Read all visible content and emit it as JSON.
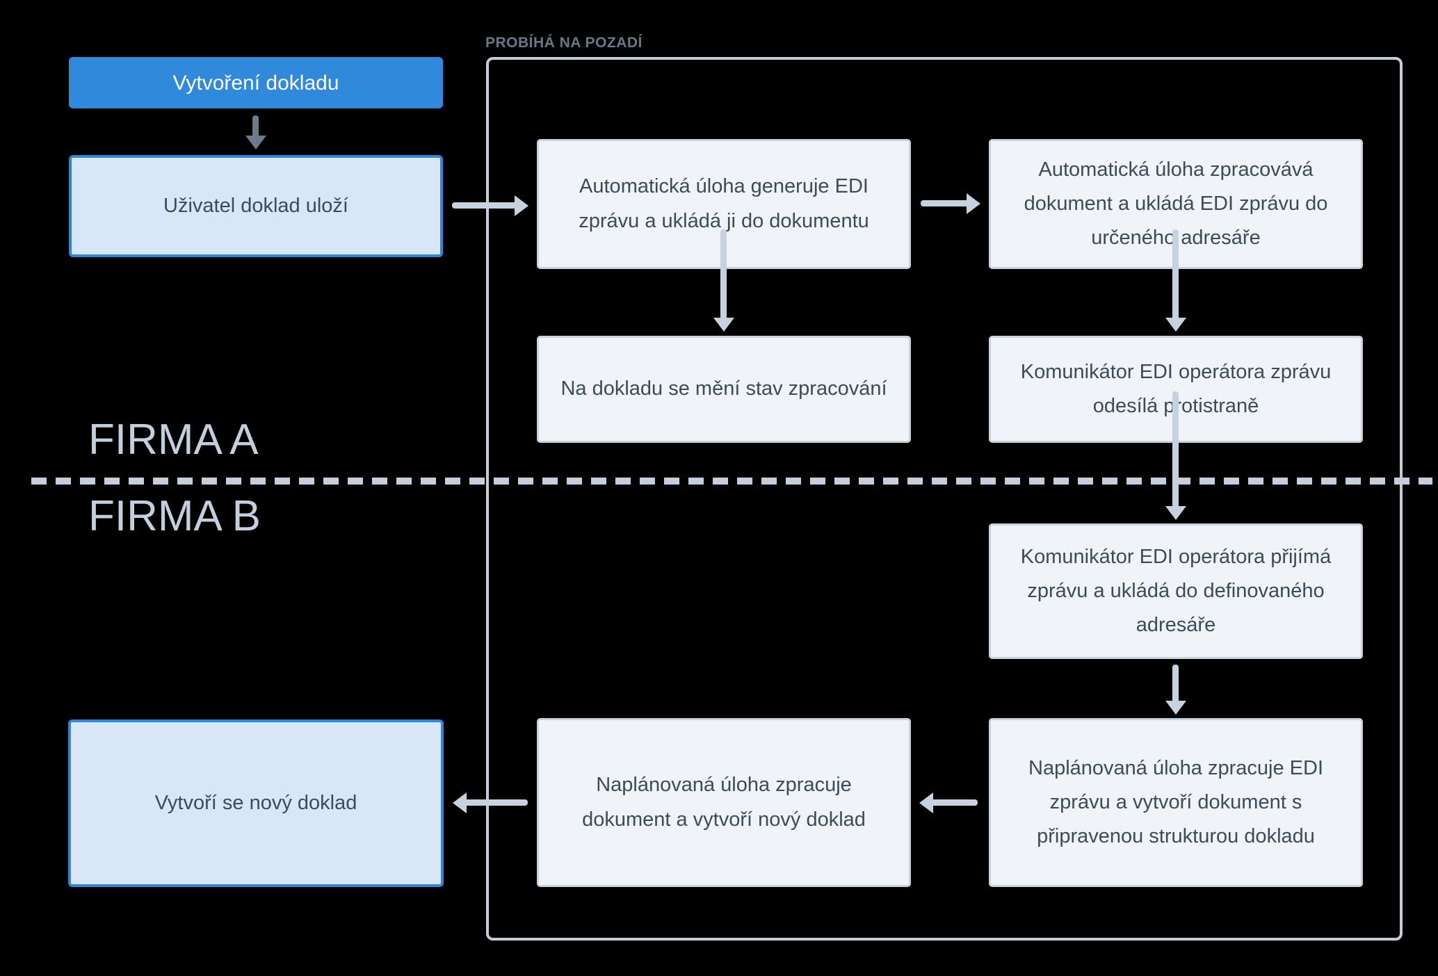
{
  "colors": {
    "background": "#000000",
    "accent_blue": "#3189DB",
    "light_blue_bg": "#D8E6F7",
    "light_blue_border": "#2E86D5",
    "node_bg": "#F0F4F8",
    "node_border": "#C9D3DD",
    "node_text": "#3C4B59",
    "arrow_light": "#C6D2DE",
    "arrow_dark": "#6B7A8C",
    "lane_label": "#C3CFDC",
    "container_border": "#C3CDD7",
    "container_label": "#6A7885"
  },
  "labels": {
    "background_group": "PROBÍHÁ NA POZADÍ",
    "lane_a": "FIRMA A",
    "lane_b": "FIRMA B"
  },
  "nodes": {
    "create_document": "Vytvoření dokladu",
    "user_saves": "Uživatel doklad uloží",
    "generate_edi": "Automatická úloha generuje EDI zprávu a ukládá ji do dokumentu",
    "process_document": "Automatická úloha zpracovává dokument a ukládá EDI zprávu do určeného adresáře",
    "status_change": "Na dokladu se mění stav zpracování",
    "send_message": "Komunikátor EDI operátora zprávu odesílá protistraně",
    "receive_message": "Komunikátor EDI operátora přijímá zprávu a ukládá do definovaného adresáře",
    "create_from_edi": "Naplánovaná úloha zpracuje EDI zprávu a vytvoří dokument s připravenou strukturou dokladu",
    "process_new_document": "Naplánovaná úloha zpracuje dokument a vytvoří nový doklad",
    "new_document": "Vytvoří se nový doklad"
  }
}
